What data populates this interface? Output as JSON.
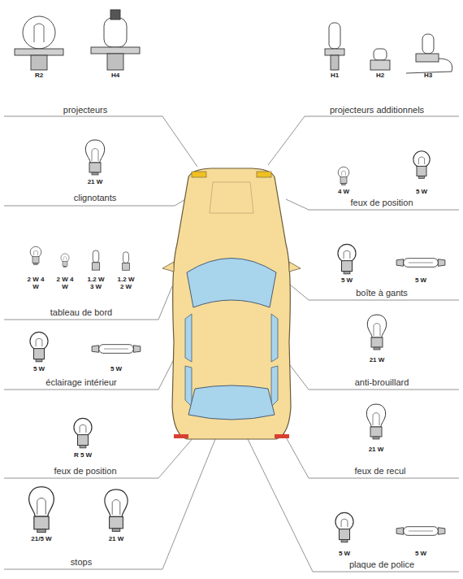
{
  "diagram": {
    "labels": [
      "R2",
      "H4",
      "projecteurs",
      "H1",
      "H2",
      "H3",
      "projecteurs additionnels",
      "21 W",
      "clignotants",
      "4 W",
      "5 W",
      "feux de position",
      "2 W 4 W",
      "2 W 4 W",
      "1.2 W 3 W",
      "1.2 W 2 W",
      "tableau de bord",
      "5 W",
      "5 W",
      "boîte à gants",
      "5 W",
      "5 W",
      "éclairage intérieur",
      "21 W",
      "anti-brouillard",
      "R 5 W",
      "feux de position",
      "21 W",
      "feux de recul",
      "21/5 W",
      "21 W",
      "stops",
      "5 W",
      "5 W",
      "plaque de police"
    ]
  }
}
